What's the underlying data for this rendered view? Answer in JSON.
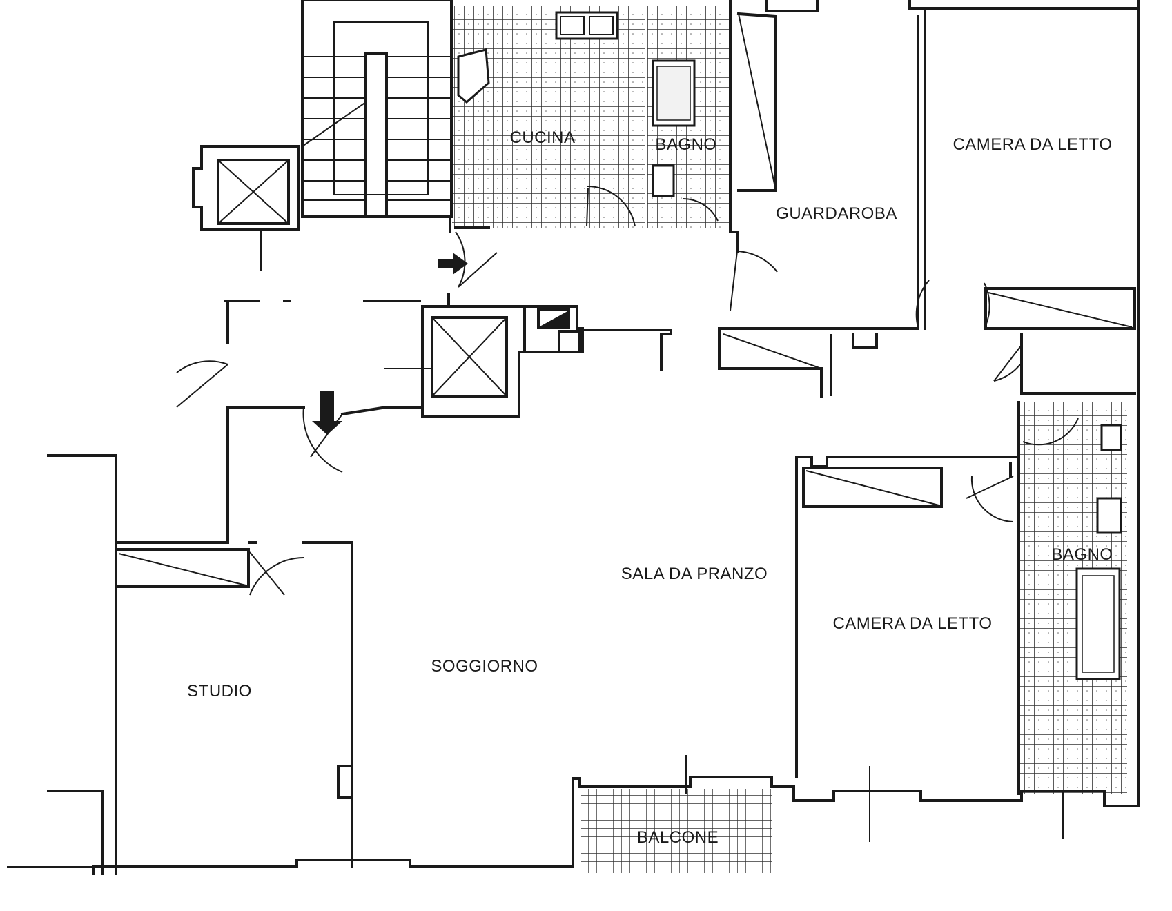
{
  "rooms": {
    "cucina": "CUCINA",
    "bagno_1": "BAGNO",
    "camera_1": "CAMERA DA LETTO",
    "guardaroba": "GUARDAROBA",
    "sala_da_pranzo": "SALA DA PRANZO",
    "camera_2": "CAMERA DA LETTO",
    "bagno_2": "BAGNO",
    "soggiorno": "SOGGIORNO",
    "studio": "STUDIO",
    "balcone": "BALCONE"
  },
  "colors": {
    "line": "#1a1a1a",
    "background": "#ffffff",
    "tile": "#333333"
  }
}
